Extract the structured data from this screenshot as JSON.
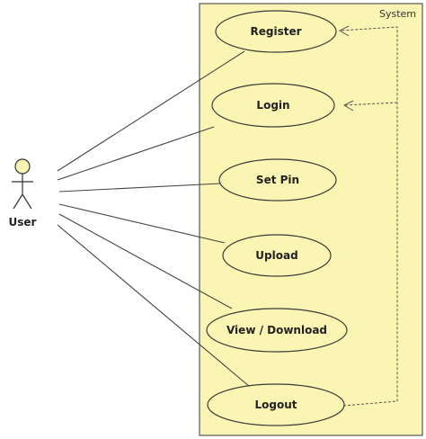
{
  "system": {
    "label": "System"
  },
  "actor": {
    "label": "User"
  },
  "use_cases": [
    {
      "id": "register",
      "label": "Register"
    },
    {
      "id": "login",
      "label": "Login"
    },
    {
      "id": "set-pin",
      "label": "Set Pin"
    },
    {
      "id": "upload",
      "label": "Upload"
    },
    {
      "id": "view-download",
      "label": "View / Download"
    },
    {
      "id": "logout",
      "label": "Logout"
    }
  ],
  "colors": {
    "fill": "#fbf5b3",
    "stroke": "#3a3a3a"
  }
}
